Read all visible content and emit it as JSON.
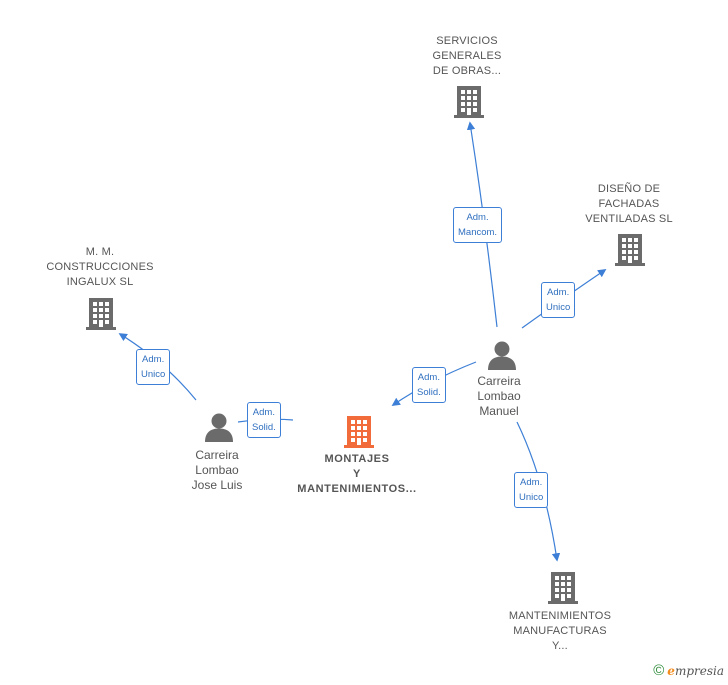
{
  "nodes": {
    "focus_company": {
      "lines": [
        "MONTAJES",
        "Y",
        "MANTENIMIENTOS..."
      ],
      "color": "#f26b3a"
    },
    "servicios": {
      "lines": [
        "SERVICIOS",
        "GENERALES",
        "DE OBRAS..."
      ]
    },
    "disenio": {
      "lines": [
        "DISEÑO DE",
        "FACHADAS",
        "VENTILADAS SL"
      ]
    },
    "mm_construcciones": {
      "lines": [
        "M.  M.",
        "CONSTRUCCIONES",
        "INGALUX  SL"
      ]
    },
    "mantenimientos_manuf": {
      "lines": [
        "MANTENIMIENTOS",
        "MANUFACTURAS",
        "Y..."
      ]
    },
    "person_manuel": {
      "lines": [
        "Carreira",
        "Lombao",
        "Manuel"
      ]
    },
    "person_jose": {
      "lines": [
        "Carreira",
        "Lombao",
        "Jose Luis"
      ]
    }
  },
  "edges": {
    "manuel_servicios": {
      "lines": [
        "Adm.",
        "Mancom."
      ]
    },
    "manuel_disenio": {
      "lines": [
        "Adm.",
        "Unico"
      ]
    },
    "manuel_focus": {
      "lines": [
        "Adm.",
        "Solid."
      ]
    },
    "manuel_mantenimientos": {
      "lines": [
        "Adm.",
        "Unico"
      ]
    },
    "jose_mm": {
      "lines": [
        "Adm.",
        "Unico"
      ]
    },
    "jose_focus": {
      "lines": [
        "Adm.",
        "Solid."
      ]
    }
  },
  "colors": {
    "edge": "#3d7fd6",
    "company_icon": "#6b6b6b",
    "person_icon": "#6b6b6b",
    "focus_icon": "#f26b3a",
    "brand_green": "#2e8b3a"
  },
  "footer": {
    "copyright": "©",
    "brand_initial": "e",
    "brand_rest": "mpresia"
  }
}
